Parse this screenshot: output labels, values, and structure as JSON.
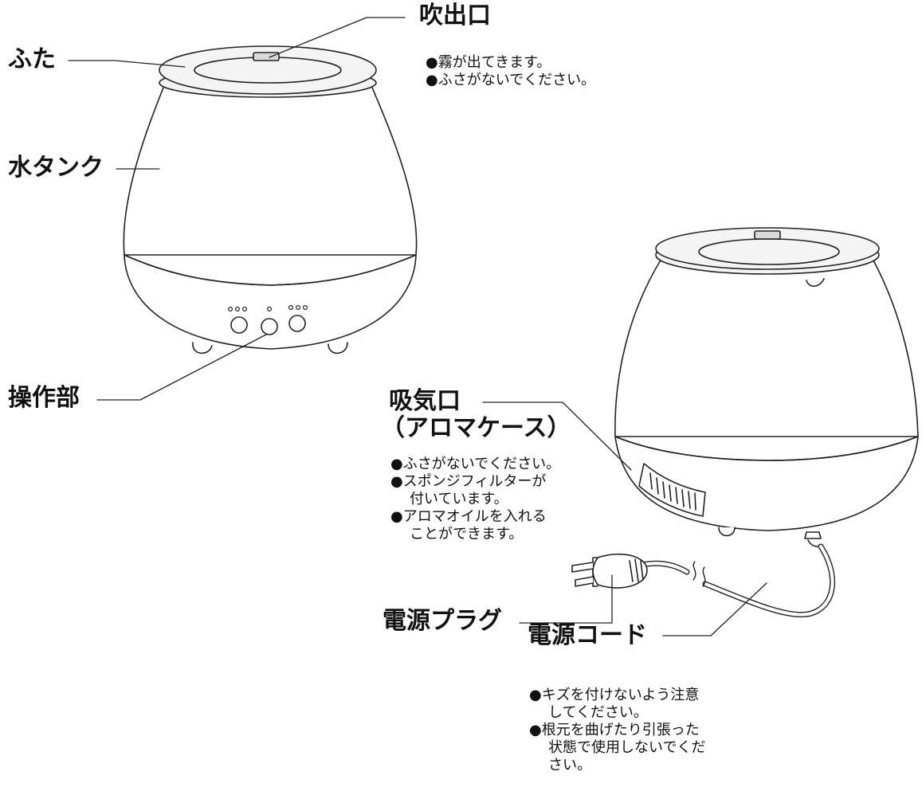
{
  "labels": {
    "lid": "ふた",
    "outlet": "吹出口",
    "tank": "水タンク",
    "controls": "操作部",
    "intake_line1": "吸気口",
    "intake_line2": "（アロマケース）",
    "plug": "電源プラグ",
    "cord": "電源コード"
  },
  "notes": {
    "outlet": [
      "●霧が出てきます。",
      "●ふさがないでください。"
    ],
    "intake": [
      "●ふさがないでください。",
      "●スポンジフィルターが",
      "付いています。",
      "●アロマオイルを入れる",
      "ことができます。"
    ],
    "cord": [
      "●キズを付けないよう注意",
      "してください。",
      "●根元を曲げたり引張った",
      "状態で使用しないでくだ",
      "さい。"
    ]
  },
  "colors": {
    "line": "#222222",
    "body": "#ffffff",
    "lid": "#f4f4f4",
    "slot": "#d9d9d9"
  }
}
